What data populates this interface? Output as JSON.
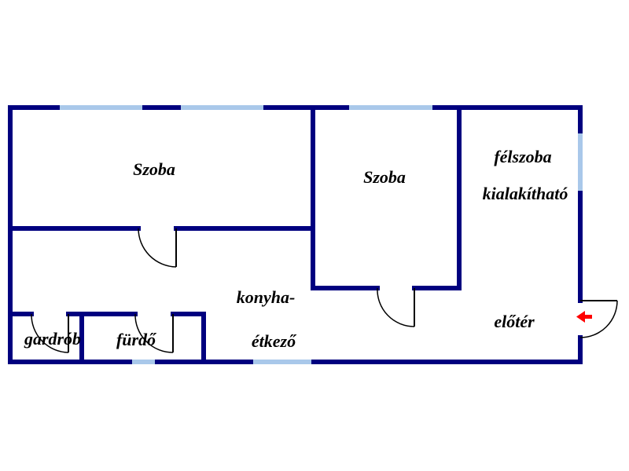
{
  "rooms": {
    "szoba_left": "Szoba",
    "szoba_right": "Szoba",
    "felszoba_line1": "félszoba",
    "felszoba_line2": "kialakítható",
    "konyha_line1": "konyha-",
    "konyha_line2": "étkező",
    "eloter": "előtér",
    "gardrob": "gardrób",
    "furdo": "fürdő"
  },
  "colors": {
    "wall": "#00007f",
    "window": "#a9c8ea",
    "door": "#000000",
    "entrance_arrow": "#ff0000"
  },
  "icons": {
    "entrance": "entrance-arrow-icon"
  }
}
